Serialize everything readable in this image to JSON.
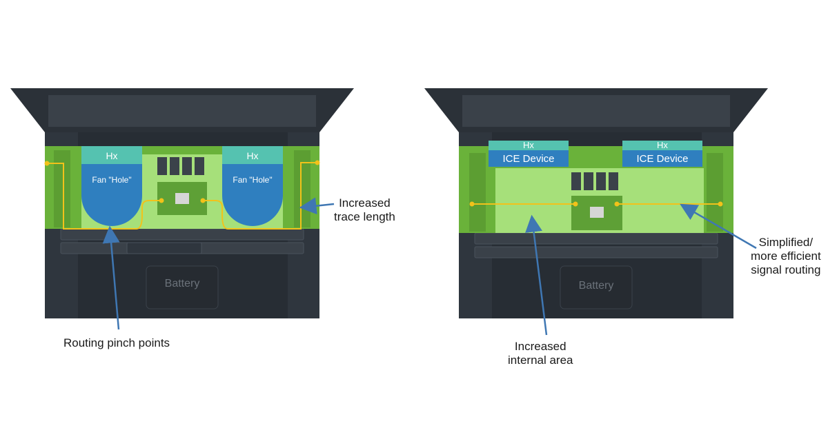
{
  "left_laptop": {
    "hx_left": "Hx",
    "hx_right": "Hx",
    "fan_left": "Fan \"Hole\"",
    "fan_right": "Fan \"Hole\"",
    "battery": "Battery"
  },
  "right_laptop": {
    "hx_left": "Hx",
    "hx_right": "Hx",
    "ice_left": "ICE Device",
    "ice_right": "ICE Device",
    "battery": "Battery"
  },
  "callouts": {
    "trace_length": "Increased\ntrace length",
    "pinch_points": "Routing pinch points",
    "internal_area": "Increased\ninternal area",
    "signal_routing": "Simplified/\nmore efficient\nsignal routing"
  },
  "colors": {
    "laptop_dark": "#2b3138",
    "laptop_body": "#333a42",
    "laptop_panel": "#3c434c",
    "green_dark": "#6ab23a",
    "green_light": "#a6e07a",
    "board_green": "#5ea036",
    "teal": "#55c2b0",
    "fan_blue": "#2f7fbf",
    "ice_blue": "#2f7fbf",
    "trace_yellow": "#f2c21a",
    "arrow_blue": "#3f77b3"
  }
}
